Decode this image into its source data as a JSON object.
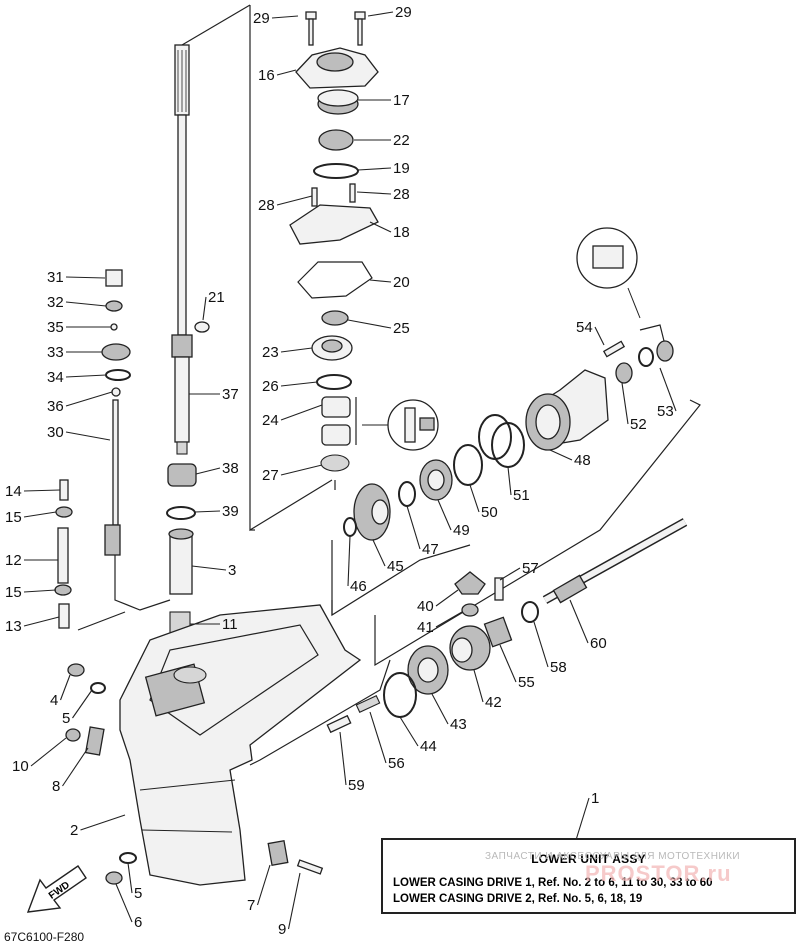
{
  "diagram": {
    "callouts": [
      "29",
      "29",
      "16",
      "17",
      "22",
      "19",
      "28",
      "28",
      "18",
      "20",
      "25",
      "23",
      "26",
      "24",
      "27",
      "21",
      "31",
      "32",
      "35",
      "33",
      "34",
      "37",
      "36",
      "30",
      "38",
      "39",
      "3",
      "11",
      "14",
      "15",
      "12",
      "15",
      "13",
      "4",
      "5",
      "10",
      "8",
      "2",
      "5",
      "6",
      "7",
      "9",
      "54",
      "52",
      "53",
      "48",
      "51",
      "50",
      "49",
      "47",
      "45",
      "46",
      "57",
      "40",
      "41",
      "42",
      "55",
      "58",
      "60",
      "43",
      "44",
      "56",
      "59",
      "1"
    ],
    "fwd_label": "FWD"
  },
  "legend": {
    "title": "LOWER UNIT ASSY",
    "line1": "LOWER CASING DRIVE 1,  Ref. No. 2 to 6, 11 to 30, 33 to 60",
    "line2": "LOWER CASING DRIVE 2,  Ref. No. 5, 6, 18, 19"
  },
  "watermark": {
    "text": "ЗАПЧАСТИ И АКСЕССУАРЫ ДЛЯ МОТОТЕХНИКИ",
    "brand": "PROSTOR.ru"
  },
  "diagram_code": "67C6100-F280"
}
